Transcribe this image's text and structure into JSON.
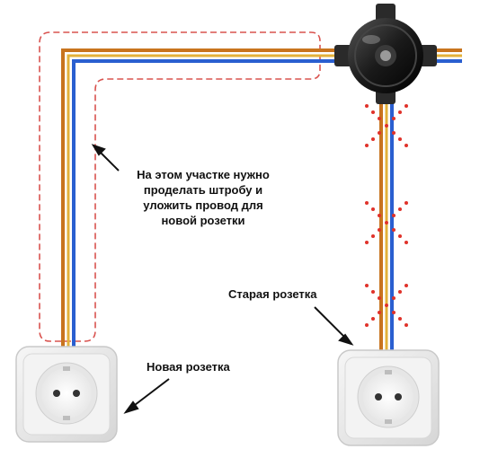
{
  "labels": {
    "channel_note": "На этом участке нужно\nпроделать штробу и\nуложить провод для\nновой розетки",
    "old_socket": "Старая розетка",
    "new_socket": "Новая розетка"
  },
  "icons": {
    "junction_box": "junction-box-icon",
    "new_socket": "wall-socket-icon",
    "old_socket": "wall-socket-icon",
    "removed_marks": "cross-mark-icon"
  },
  "colors": {
    "wire_brown": "#c8741e",
    "wire_blue": "#2a5fd0",
    "dashed_outline": "#d9534f",
    "cross_marks": "#e0322a",
    "junction_box": "#222222",
    "socket_frame": "#ececec"
  }
}
